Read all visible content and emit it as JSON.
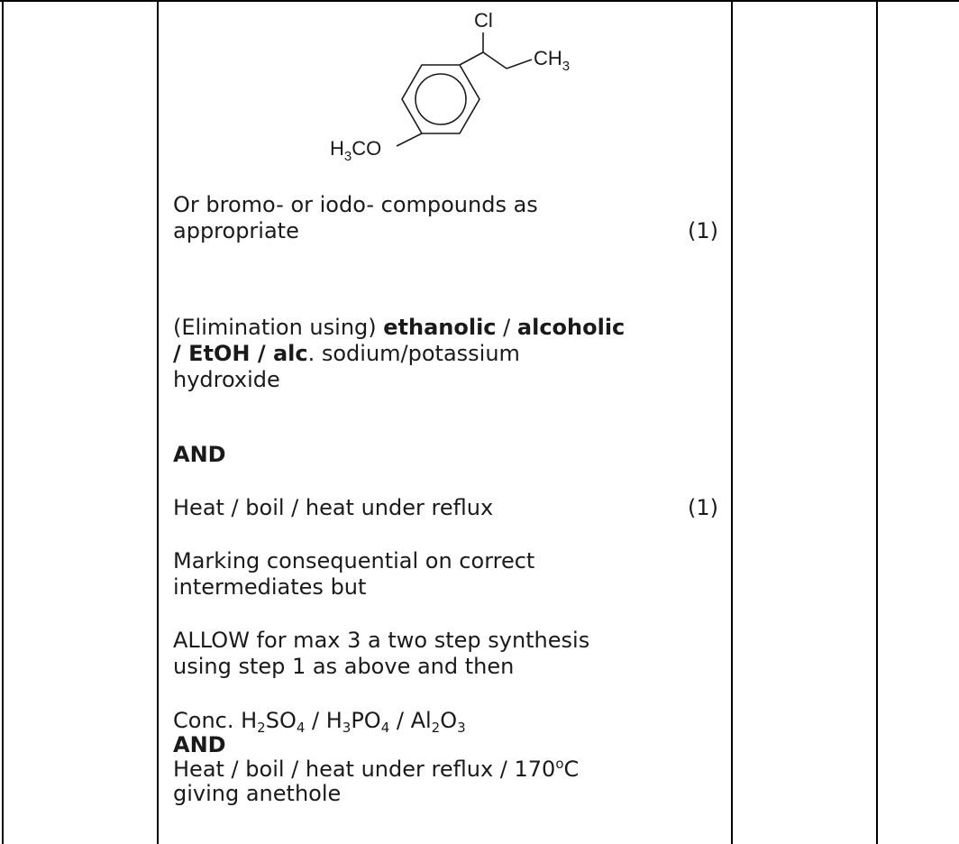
{
  "structure": {
    "labels": {
      "cl": "Cl",
      "ch3": "CH",
      "ch3_sub": "3",
      "h3co_h": "H",
      "h3co_sub": "3",
      "h3co_co": "CO"
    }
  },
  "content": {
    "line1": "Or bromo- or iodo- compounds as",
    "line2": "appropriate",
    "mark1": "(1)",
    "elim_prefix": "(Elimination using) ",
    "elim_ethanolic": "ethanolic",
    "elim_sep1": " / ",
    "elim_alcoholic": "alcoholic",
    "elim_bold2": "/ EtOH / alc",
    "elim_rest": ".  sodium/potassium",
    "elim_line3": "hydroxide",
    "and1": "AND",
    "heat1": "Heat / boil / heat under reflux",
    "mark2": "(1)",
    "marking1": "Marking consequential on correct",
    "marking2": "intermediates but",
    "allow1": "ALLOW for max 3 a two step synthesis",
    "allow2": "using step 1 as above and then",
    "conc": {
      "prefix": "Conc. H",
      "s1": "2",
      "p1": "SO",
      "s2": "4",
      "p2": " / H",
      "s3": "3",
      "p3": "PO",
      "s4": "4",
      "p4": " / Al",
      "s5": "2",
      "p5": "O",
      "s6": "3"
    },
    "and2": "AND",
    "heat2_prefix": "Heat / boil / heat under reflux / 170",
    "heat2_deg": "o",
    "heat2_unit": "C",
    "giving": "giving anethole"
  }
}
